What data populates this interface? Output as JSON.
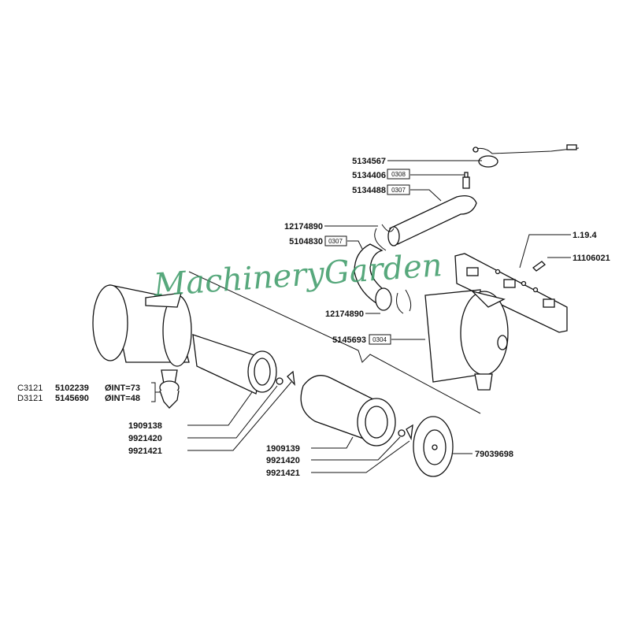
{
  "watermark": "MachineryGarden",
  "callouts": {
    "harness": "5134567",
    "sensor": "5134406",
    "sensor_code": "0308",
    "upper_hose": "5134488",
    "upper_hose_code": "0307",
    "clamp_upper": "12174890",
    "lower_hose": "5104830",
    "lower_hose_code": "0307",
    "bracket_ref": "1.19.4",
    "bolt": "11106021",
    "clamp_lower": "12174890",
    "air_cleaner": "5145693",
    "air_cleaner_code": "0304",
    "cup_c_model": "C3121",
    "cup_c_part": "5102239",
    "cup_c_dim": "ØINT=73",
    "cup_d_model": "D3121",
    "cup_d_part": "5145690",
    "cup_d_dim": "ØINT=48",
    "filter_inner": "1909138",
    "washer_1": "9921420",
    "wingnut_1": "9921421",
    "filter_outer": "1909139",
    "washer_2": "9921420",
    "wingnut_2": "9921421",
    "cover": "79039698"
  }
}
